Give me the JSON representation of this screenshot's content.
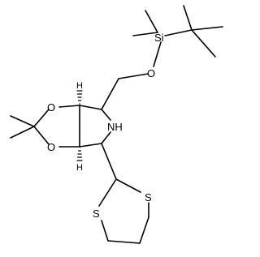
{
  "molecule": {
    "atoms": {
      "si": "Si",
      "o_silyl": "O",
      "o_dioxolane_top": "O",
      "o_dioxolane_bottom": "O",
      "nh": "NH",
      "h_top": "H",
      "h_bottom": "H",
      "s_left": "S",
      "s_right": "S"
    }
  }
}
